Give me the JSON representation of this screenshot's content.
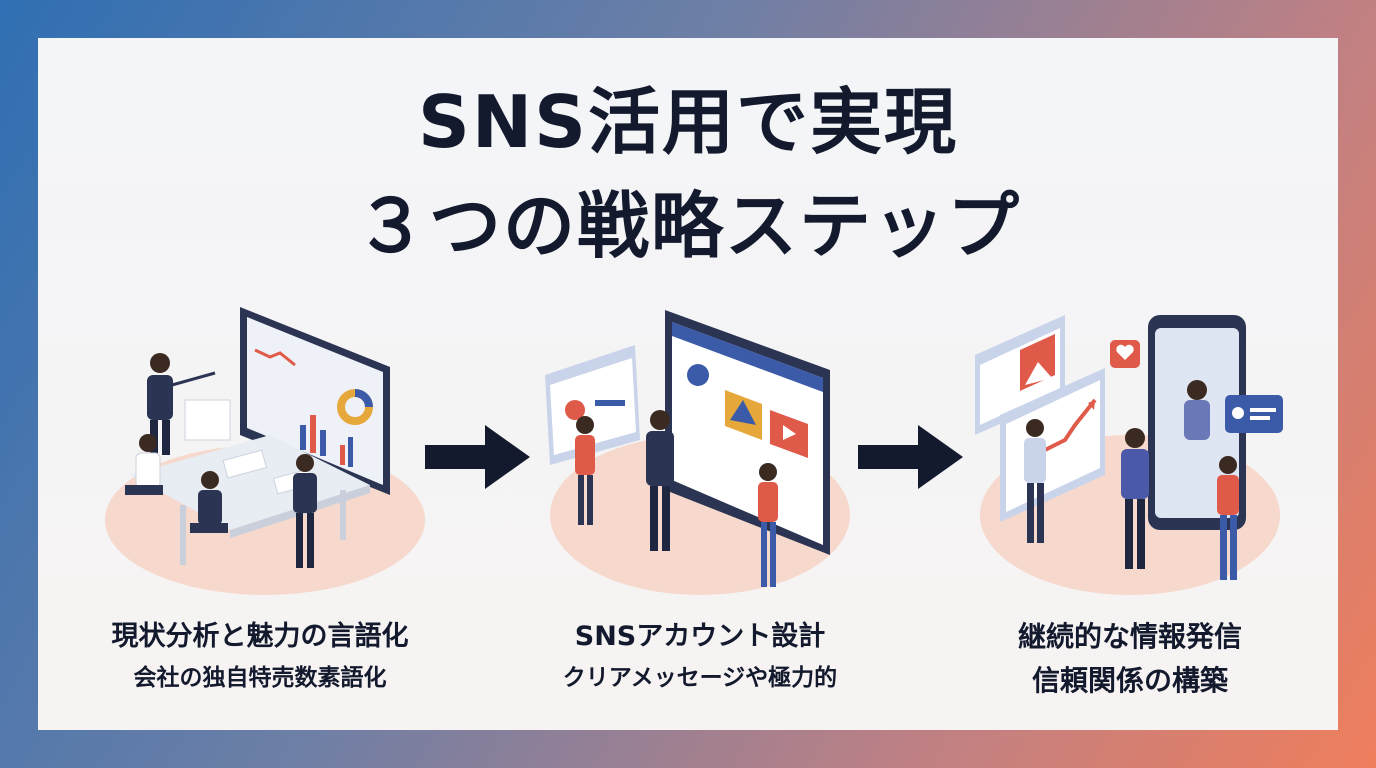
{
  "title": {
    "line1": "SNS活用で実現",
    "line2": "３つの戦略ステップ"
  },
  "steps": [
    {
      "main": "現状分析と魅力の言語化",
      "sub": "会社の独自特売数素語化"
    },
    {
      "main": "SNSアカウント設計",
      "sub": "クリアメッセージや極力的"
    },
    {
      "main": "継続的な情報発信",
      "sub": "信頼関係の構築"
    }
  ],
  "colors": {
    "navy": "#141a2e",
    "accent": "#e05a4a",
    "panel": "#f4f5f8",
    "floor": "#f6d8cc"
  }
}
